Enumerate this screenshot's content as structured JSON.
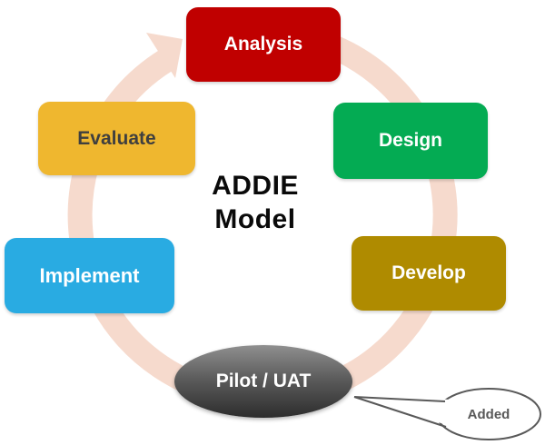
{
  "title": {
    "line1": "ADDIE",
    "line2": "Model"
  },
  "stages": [
    {
      "label": "Analysis",
      "shape": "rounded-rect",
      "color": "#C00000",
      "text_color": "#FFFFFF"
    },
    {
      "label": "Design",
      "shape": "rounded-rect",
      "color": "#04AB53",
      "text_color": "#FFFFFF"
    },
    {
      "label": "Develop",
      "shape": "rounded-rect",
      "color": "#AF8B00",
      "text_color": "#FFFFFF"
    },
    {
      "label": "Pilot / UAT",
      "shape": "ellipse",
      "color_top": "#8F8F8F",
      "color_bottom": "#2D2D2D",
      "text_color": "#FFFFFF"
    },
    {
      "label": "Implement",
      "shape": "rounded-rect",
      "color": "#29ABE2",
      "text_color": "#FFFFFF"
    },
    {
      "label": "Evaluate",
      "shape": "rounded-rect",
      "color": "#EFB72F",
      "text_color": "#3F3F3F"
    }
  ],
  "cycle_arrow": {
    "color": "#F6DACD",
    "direction": "clockwise"
  },
  "callout": {
    "label": "Added",
    "fill": "#FFFFFF",
    "border_color": "#595959",
    "text_color": "#595959"
  }
}
